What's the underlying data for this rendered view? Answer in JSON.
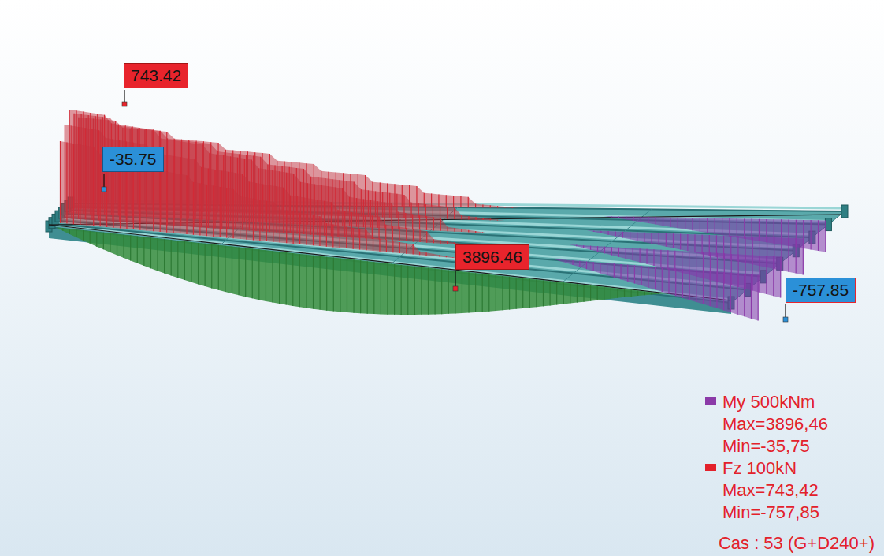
{
  "diagram": {
    "nodes": [
      {
        "text": [
          "743.42"
        ]
      },
      {
        "text": [
          "-35.75"
        ]
      },
      {
        "text": [
          "3896.46"
        ]
      },
      {
        "text": [
          "-757.85"
        ]
      }
    ],
    "labels": [
      "Max=3896,46",
      "Min=-35,75",
      "Max=743,42",
      "Min=-757,85",
      "Cas : 53 (G+D240+)"
    ],
    "legend": [
      {
        "text": "My 500kNm",
        "color": "#8b3aa8"
      },
      {
        "text": "Fz 100kN",
        "color": "#e3212b"
      }
    ]
  }
}
